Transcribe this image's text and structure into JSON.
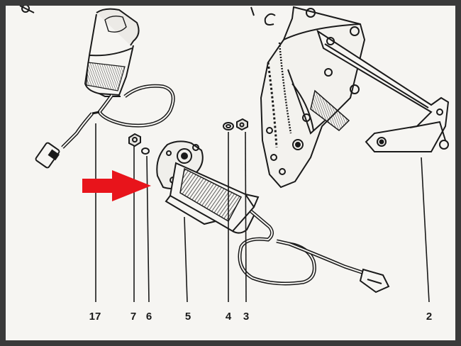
{
  "callouts": [
    {
      "id": "17"
    },
    {
      "id": "7"
    },
    {
      "id": "6"
    },
    {
      "id": "5"
    },
    {
      "id": "4"
    },
    {
      "id": "3"
    },
    {
      "id": "2"
    }
  ],
  "colors": {
    "arrow": "#e8141b",
    "ink": "#1a1a1a",
    "paper": "#f6f5f2"
  },
  "icons": {
    "indicator": "red-arrow-icon"
  }
}
